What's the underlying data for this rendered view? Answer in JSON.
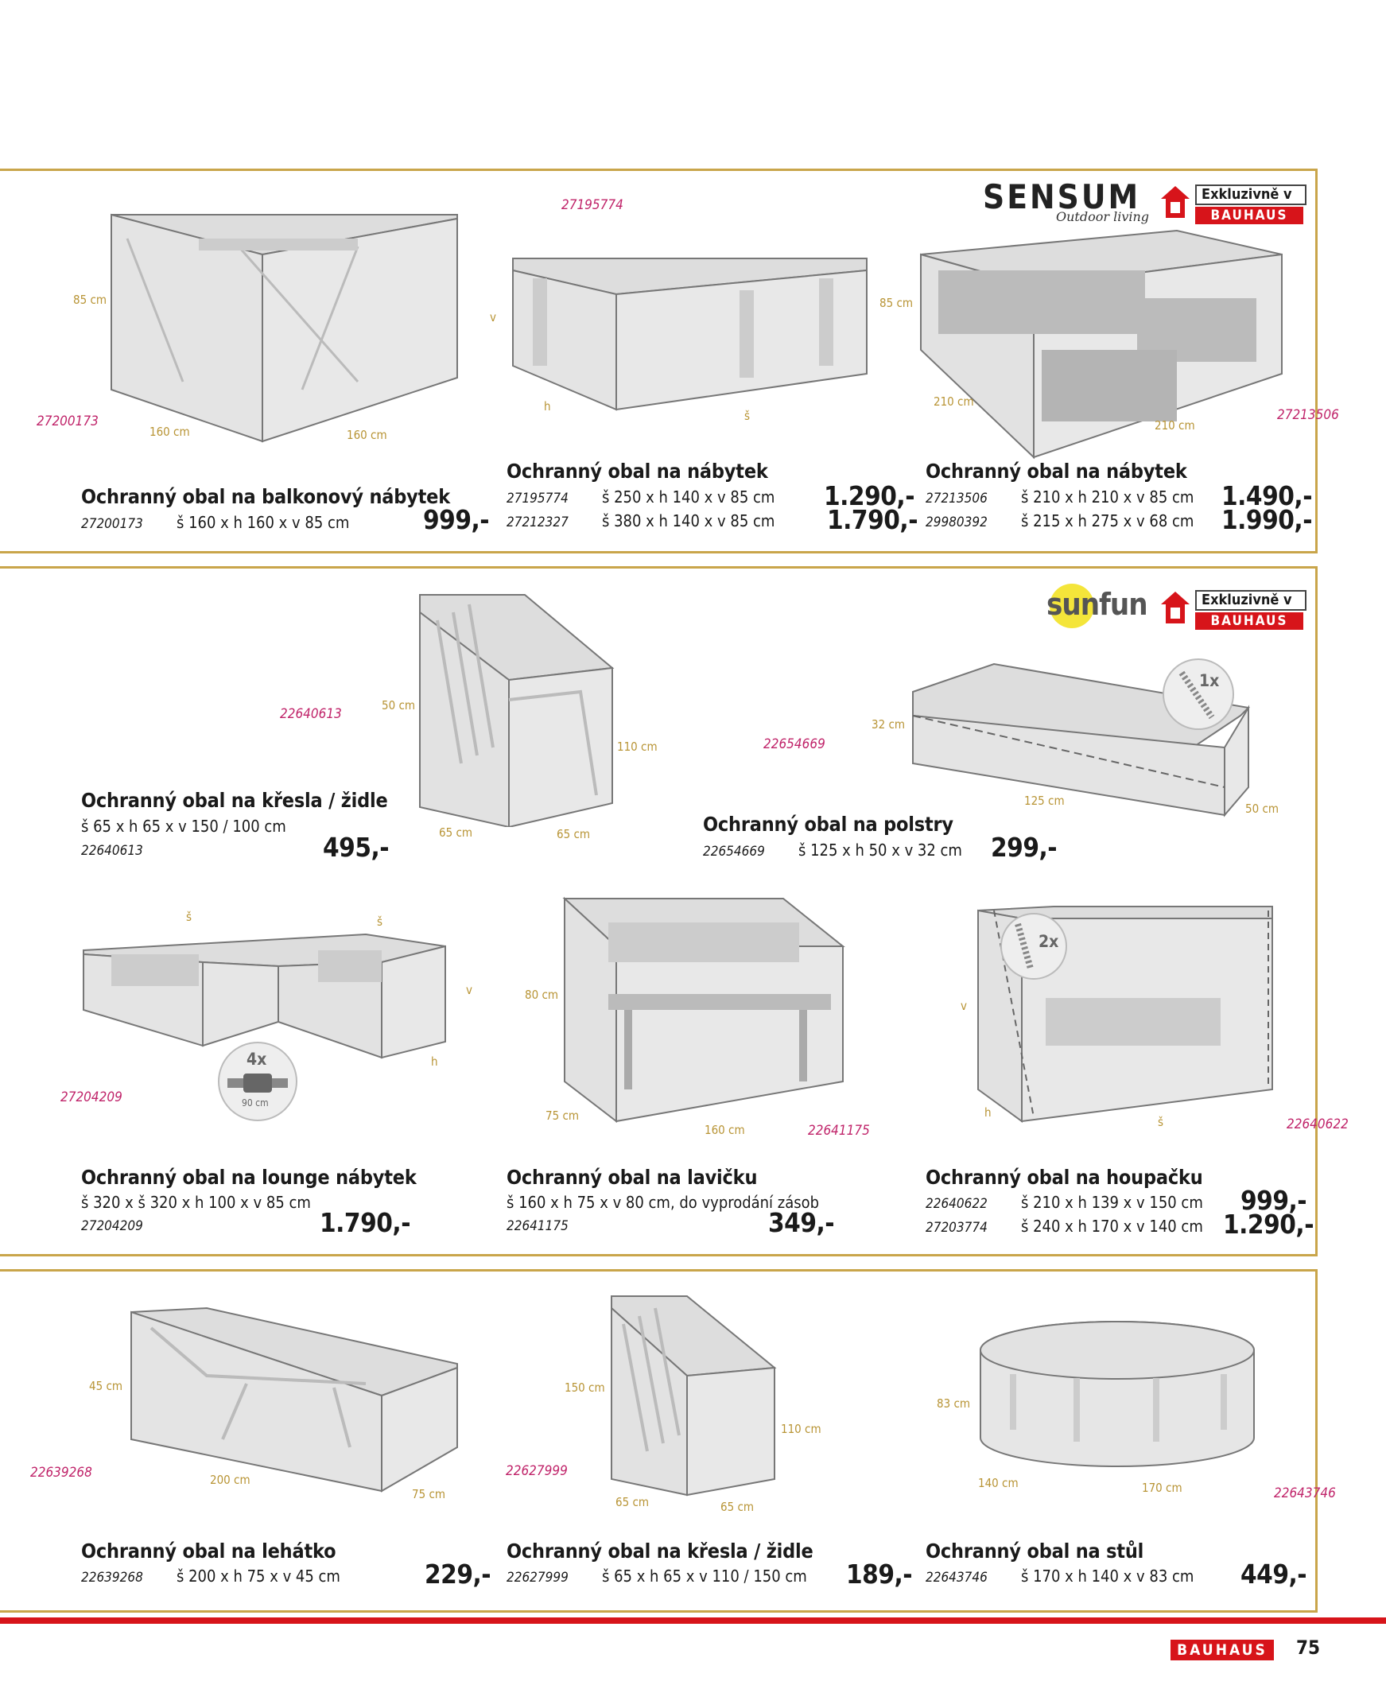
{
  "brand": {
    "sensum": "SENSUM",
    "sensum_sub": "Outdoor living",
    "sunfun": "sunfun",
    "exclusive": "Exkluzivně v",
    "bauhaus": "BAUHAUS"
  },
  "footer": {
    "logo": "BAUHAUS",
    "page": "75"
  },
  "products": {
    "p1": {
      "code": "27200173",
      "title": "Ochranný obal na balkonový nábytek",
      "rows": [
        {
          "sku": "27200173",
          "dim": "š 160 x h 160 x v 85 cm",
          "price": "999,-"
        }
      ],
      "dims": [
        "85 cm",
        "160 cm",
        "160 cm"
      ]
    },
    "p2": {
      "code": "27195774",
      "title": "Ochranný obal na nábytek",
      "rows": [
        {
          "sku": "27195774",
          "dim": "š 250 x h 140 x v 85 cm",
          "price": "1.290,-"
        },
        {
          "sku": "27212327",
          "dim": "š 380 x h 140 x v 85 cm",
          "price": "1.790,-"
        }
      ],
      "dims": [
        "v",
        "h",
        "š"
      ]
    },
    "p3": {
      "code": "27213506",
      "title": "Ochranný obal na nábytek",
      "rows": [
        {
          "sku": "27213506",
          "dim": "š 210 x h 210 x v 85 cm",
          "price": "1.490,-"
        },
        {
          "sku": "29980392",
          "dim": "š 215 x h 275 x v 68 cm",
          "price": "1.990,-"
        }
      ],
      "dims": [
        "85 cm",
        "210 cm",
        "210 cm"
      ]
    },
    "p4": {
      "code": "22640613",
      "title": "Ochranný obal na křesla / židle",
      "line": "š 65 x h 65 x v 150 / 100 cm",
      "sku": "22640613",
      "price": "495,-",
      "dims": [
        "50 cm",
        "110 cm",
        "65 cm",
        "65 cm"
      ]
    },
    "p5": {
      "code": "22654669",
      "title": "Ochranný obal na polstry",
      "rows": [
        {
          "sku": "22654669",
          "dim": "š 125 x h 50 x v 32 cm",
          "price": "299,-"
        }
      ],
      "dims": [
        "32 cm",
        "125 cm",
        "50 cm"
      ],
      "badge": "1x"
    },
    "p6": {
      "code": "27204209",
      "title": "Ochranný obal na lounge nábytek",
      "line": "š 320 x š 320 x h 100 x v 85 cm",
      "sku": "27204209",
      "price": "1.790,-",
      "dims": [
        "š",
        "š",
        "v",
        "h"
      ],
      "badge": "4x",
      "badge_sub": "90 cm"
    },
    "p7": {
      "code": "22641175",
      "title": "Ochranný obal na lavičku",
      "line": "š 160 x h 75 x v 80 cm, do vyprodání zásob",
      "sku": "22641175",
      "price": "349,-",
      "dims": [
        "80 cm",
        "75 cm",
        "160 cm"
      ]
    },
    "p8": {
      "code": "22640622",
      "title": "Ochranný obal na houpačku",
      "rows": [
        {
          "sku": "22640622",
          "dim": "š 210 x h 139 x v 150 cm",
          "price": "999,-"
        },
        {
          "sku": "27203774",
          "dim": "š 240 x h 170 x v 140 cm",
          "price": "1.290,-"
        }
      ],
      "dims": [
        "v",
        "h",
        "š"
      ],
      "badge": "2x"
    },
    "p9": {
      "code": "22639268",
      "title": "Ochranný obal na lehátko",
      "rows": [
        {
          "sku": "22639268",
          "dim": "š 200 x h 75 x v 45 cm",
          "price": "229,-"
        }
      ],
      "dims": [
        "45 cm",
        "200 cm",
        "75 cm"
      ]
    },
    "p10": {
      "code": "22627999",
      "title": "Ochranný obal na křesla / židle",
      "rows": [
        {
          "sku": "22627999",
          "dim": "š 65 x h 65 x v 110 / 150 cm",
          "price": "189,-"
        }
      ],
      "dims": [
        "150 cm",
        "110 cm",
        "65 cm",
        "65 cm"
      ]
    },
    "p11": {
      "code": "22643746",
      "title": "Ochranný obal na stůl",
      "rows": [
        {
          "sku": "22643746",
          "dim": "š 170 x h 140 x v 83 cm",
          "price": "449,-"
        }
      ],
      "dims": [
        "83 cm",
        "140 cm",
        "170 cm"
      ]
    }
  }
}
